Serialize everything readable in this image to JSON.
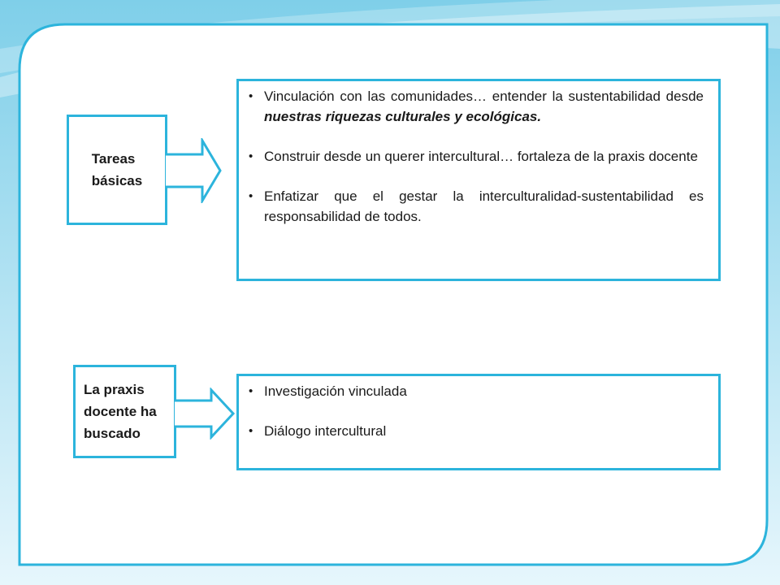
{
  "colors": {
    "accent": "#2cb4dc",
    "text": "#1a1a1a",
    "background": "#ffffff"
  },
  "rows": [
    {
      "label_lines": [
        "Tareas",
        "básicas"
      ],
      "bullets": [
        {
          "text": "Vinculación con las comunidades… entender la sustentabilidad desde ",
          "emphasis": "nuestras riquezas culturales y ecológicas."
        },
        {
          "text": "Construir desde un querer intercultural… fortaleza de la praxis docente"
        },
        {
          "text": "Enfatizar que el gestar la interculturalidad-sustentabilidad es responsabilidad de todos."
        }
      ]
    },
    {
      "label_lines": [
        "La praxis",
        "docente ha",
        "buscado"
      ],
      "bullets": [
        {
          "text": "Investigación vinculada"
        },
        {
          "text": "Diálogo intercultural"
        }
      ]
    }
  ]
}
